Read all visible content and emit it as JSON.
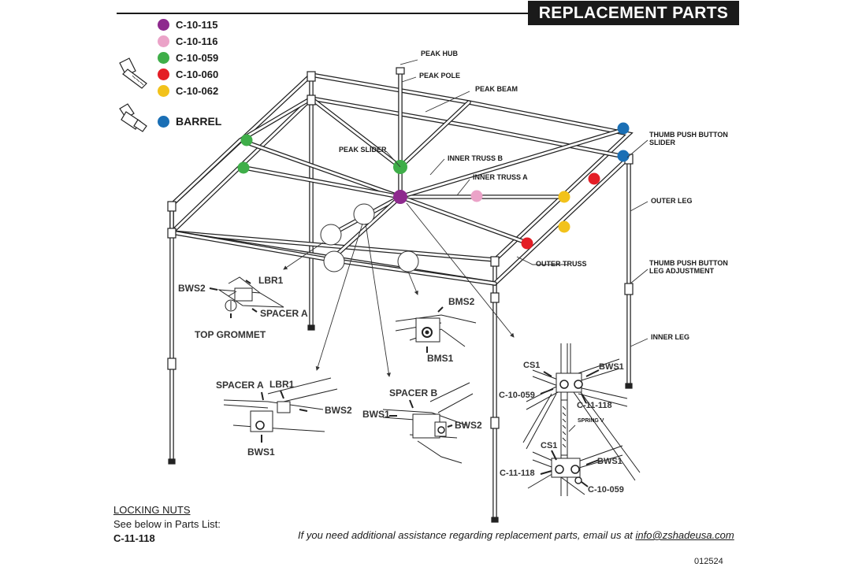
{
  "header": {
    "title": "REPLACEMENT PARTS"
  },
  "legend": [
    {
      "code": "C-10-115",
      "color": "#8e2a8e"
    },
    {
      "code": "C-10-116",
      "color": "#eba3c8"
    },
    {
      "code": "C-10-059",
      "color": "#3fae49"
    },
    {
      "code": "C-10-060",
      "color": "#e41e26"
    },
    {
      "code": "C-10-062",
      "color": "#f2c21b"
    },
    {
      "code": "BARREL",
      "color": "#1a6fb5"
    }
  ],
  "callouts": {
    "peak_hub": "PEAK HUB",
    "peak_pole": "PEAK POLE",
    "peak_beam": "PEAK BEAM",
    "peak_slider": "PEAK SLIDER",
    "inner_truss_b": "INNER TRUSS B",
    "inner_truss_a": "INNER TRUSS A",
    "thumb_slider": "THUMB PUSH BUTTON SLIDER",
    "outer_leg": "OUTER LEG",
    "outer_truss": "OUTER TRUSS",
    "thumb_leg": "THUMB PUSH BUTTON LEG ADJUSTMENT",
    "inner_leg": "INNER LEG"
  },
  "detail_labels": {
    "d1": {
      "bws2": "BWS2",
      "lbr1": "LBR1",
      "spacer_a": "SPACER A",
      "top_grommet": "TOP GROMMET"
    },
    "d2": {
      "bms2": "BMS2",
      "bms1": "BMS1"
    },
    "d3": {
      "spacer_a": "SPACER A",
      "lbr1": "LBR1",
      "bws2": "BWS2",
      "bws1": "BWS1"
    },
    "d4": {
      "spacer_b": "SPACER B",
      "bws1": "BWS1",
      "bws2": "BWS2"
    },
    "d5": {
      "cs1_top": "CS1",
      "bws1_top": "BWS1",
      "c10059_top": "C-10-059",
      "c11118_top": "C-11-118",
      "spring": "SPRING V",
      "cs1_bot": "CS1",
      "bws1_bot": "BWS1",
      "c11118_bot": "C-11-118",
      "c10059_bot": "C-10-059"
    }
  },
  "locking_nuts": {
    "title": "LOCKING NUTS",
    "text": "See below in Parts List:",
    "code": "C-11-118"
  },
  "footer": {
    "assist_text": "If you need additional assistance regarding replacement parts, email us at ",
    "email": "info@zshadeusa.com",
    "doc_code": "012524"
  }
}
